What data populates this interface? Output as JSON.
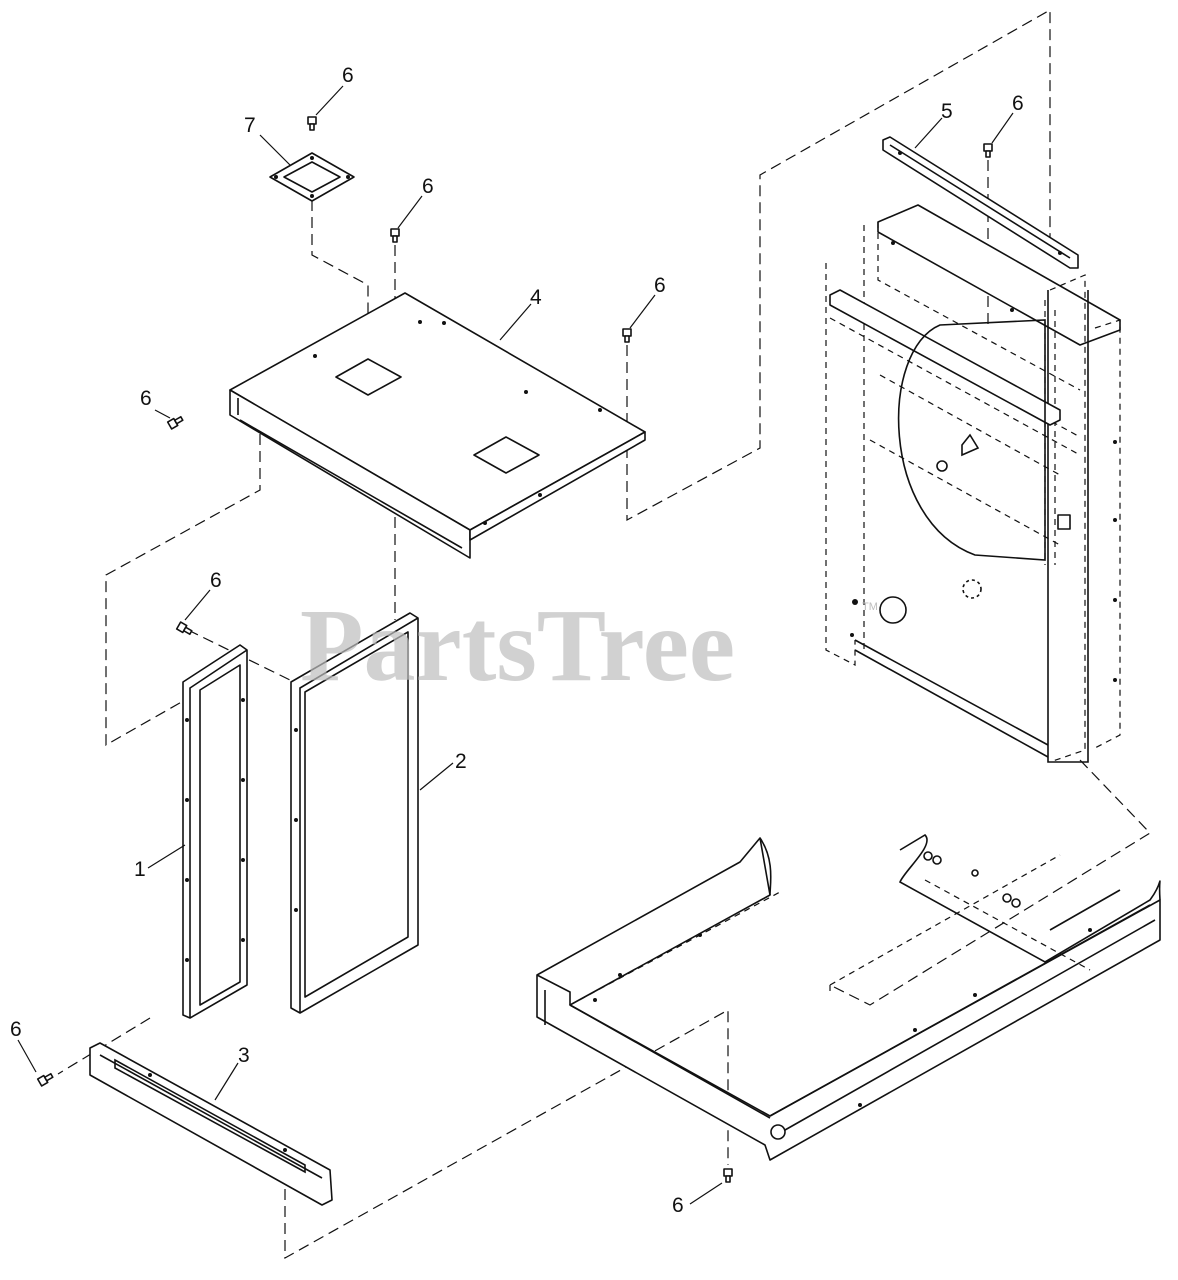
{
  "watermark": {
    "text": "PartsTree",
    "mark": "TM"
  },
  "callouts": {
    "part_1": "1",
    "part_2": "2",
    "part_3": "3",
    "part_4": "4",
    "part_5": "5",
    "part_6": "6",
    "part_7": "7"
  }
}
